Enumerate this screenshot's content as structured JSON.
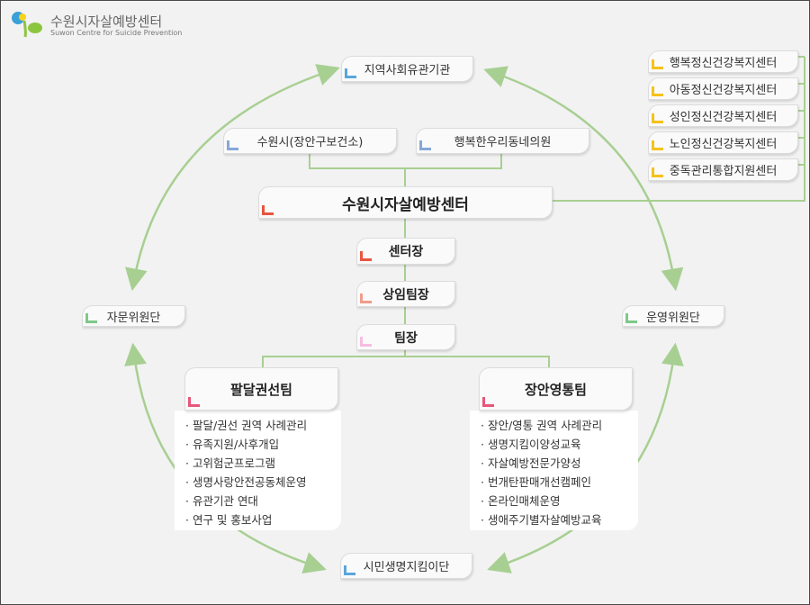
{
  "logo": {
    "title": "수원시자살예방센터",
    "subtitle": "Suwon Centre for Suicide Prevention"
  },
  "nodes": {
    "community": "지역사회유관기관",
    "city": "수원시(장안구보건소)",
    "clinic": "행복한우리동네의원",
    "center": "수원시자살예방센터",
    "director": "센터장",
    "senior_lead": "상임팀장",
    "team_lead": "팀장",
    "advisory": "자문위원단",
    "operating": "운영위원단",
    "citizens": "시민생명지킴이단"
  },
  "partners": [
    "행복정신건강복지센터",
    "아동정신건강복지센터",
    "성인정신건강복지센터",
    "노인정신건강복지센터",
    "중독관리통합지원센터"
  ],
  "teams": [
    {
      "name": "팔달권선팀",
      "items": [
        "팔달/권선 권역 사례관리",
        "유족지원/사후개입",
        "고위험군프로그램",
        "생명사랑안전공동체운영",
        "유관기관 연대",
        "연구 및 홍보사업"
      ]
    },
    {
      "name": "장안영통팀",
      "items": [
        "장안/영통 권역 사례관리",
        "생명지킴이양성교육",
        "자살예방전문가양성",
        "번개탄판매개선캠페인",
        "온라인매체운영",
        "생애주기별자살예방교육"
      ]
    }
  ],
  "colors": {
    "line": "#a8cf92",
    "blue": "#5aa6dc",
    "lightblue": "#86a8d8",
    "yellow": "#f5c21b",
    "red": "#e8553f",
    "salmon": "#f09c8c",
    "pink": "#f7bde0",
    "teampink": "#e8577a",
    "green": "#7ec98a"
  }
}
